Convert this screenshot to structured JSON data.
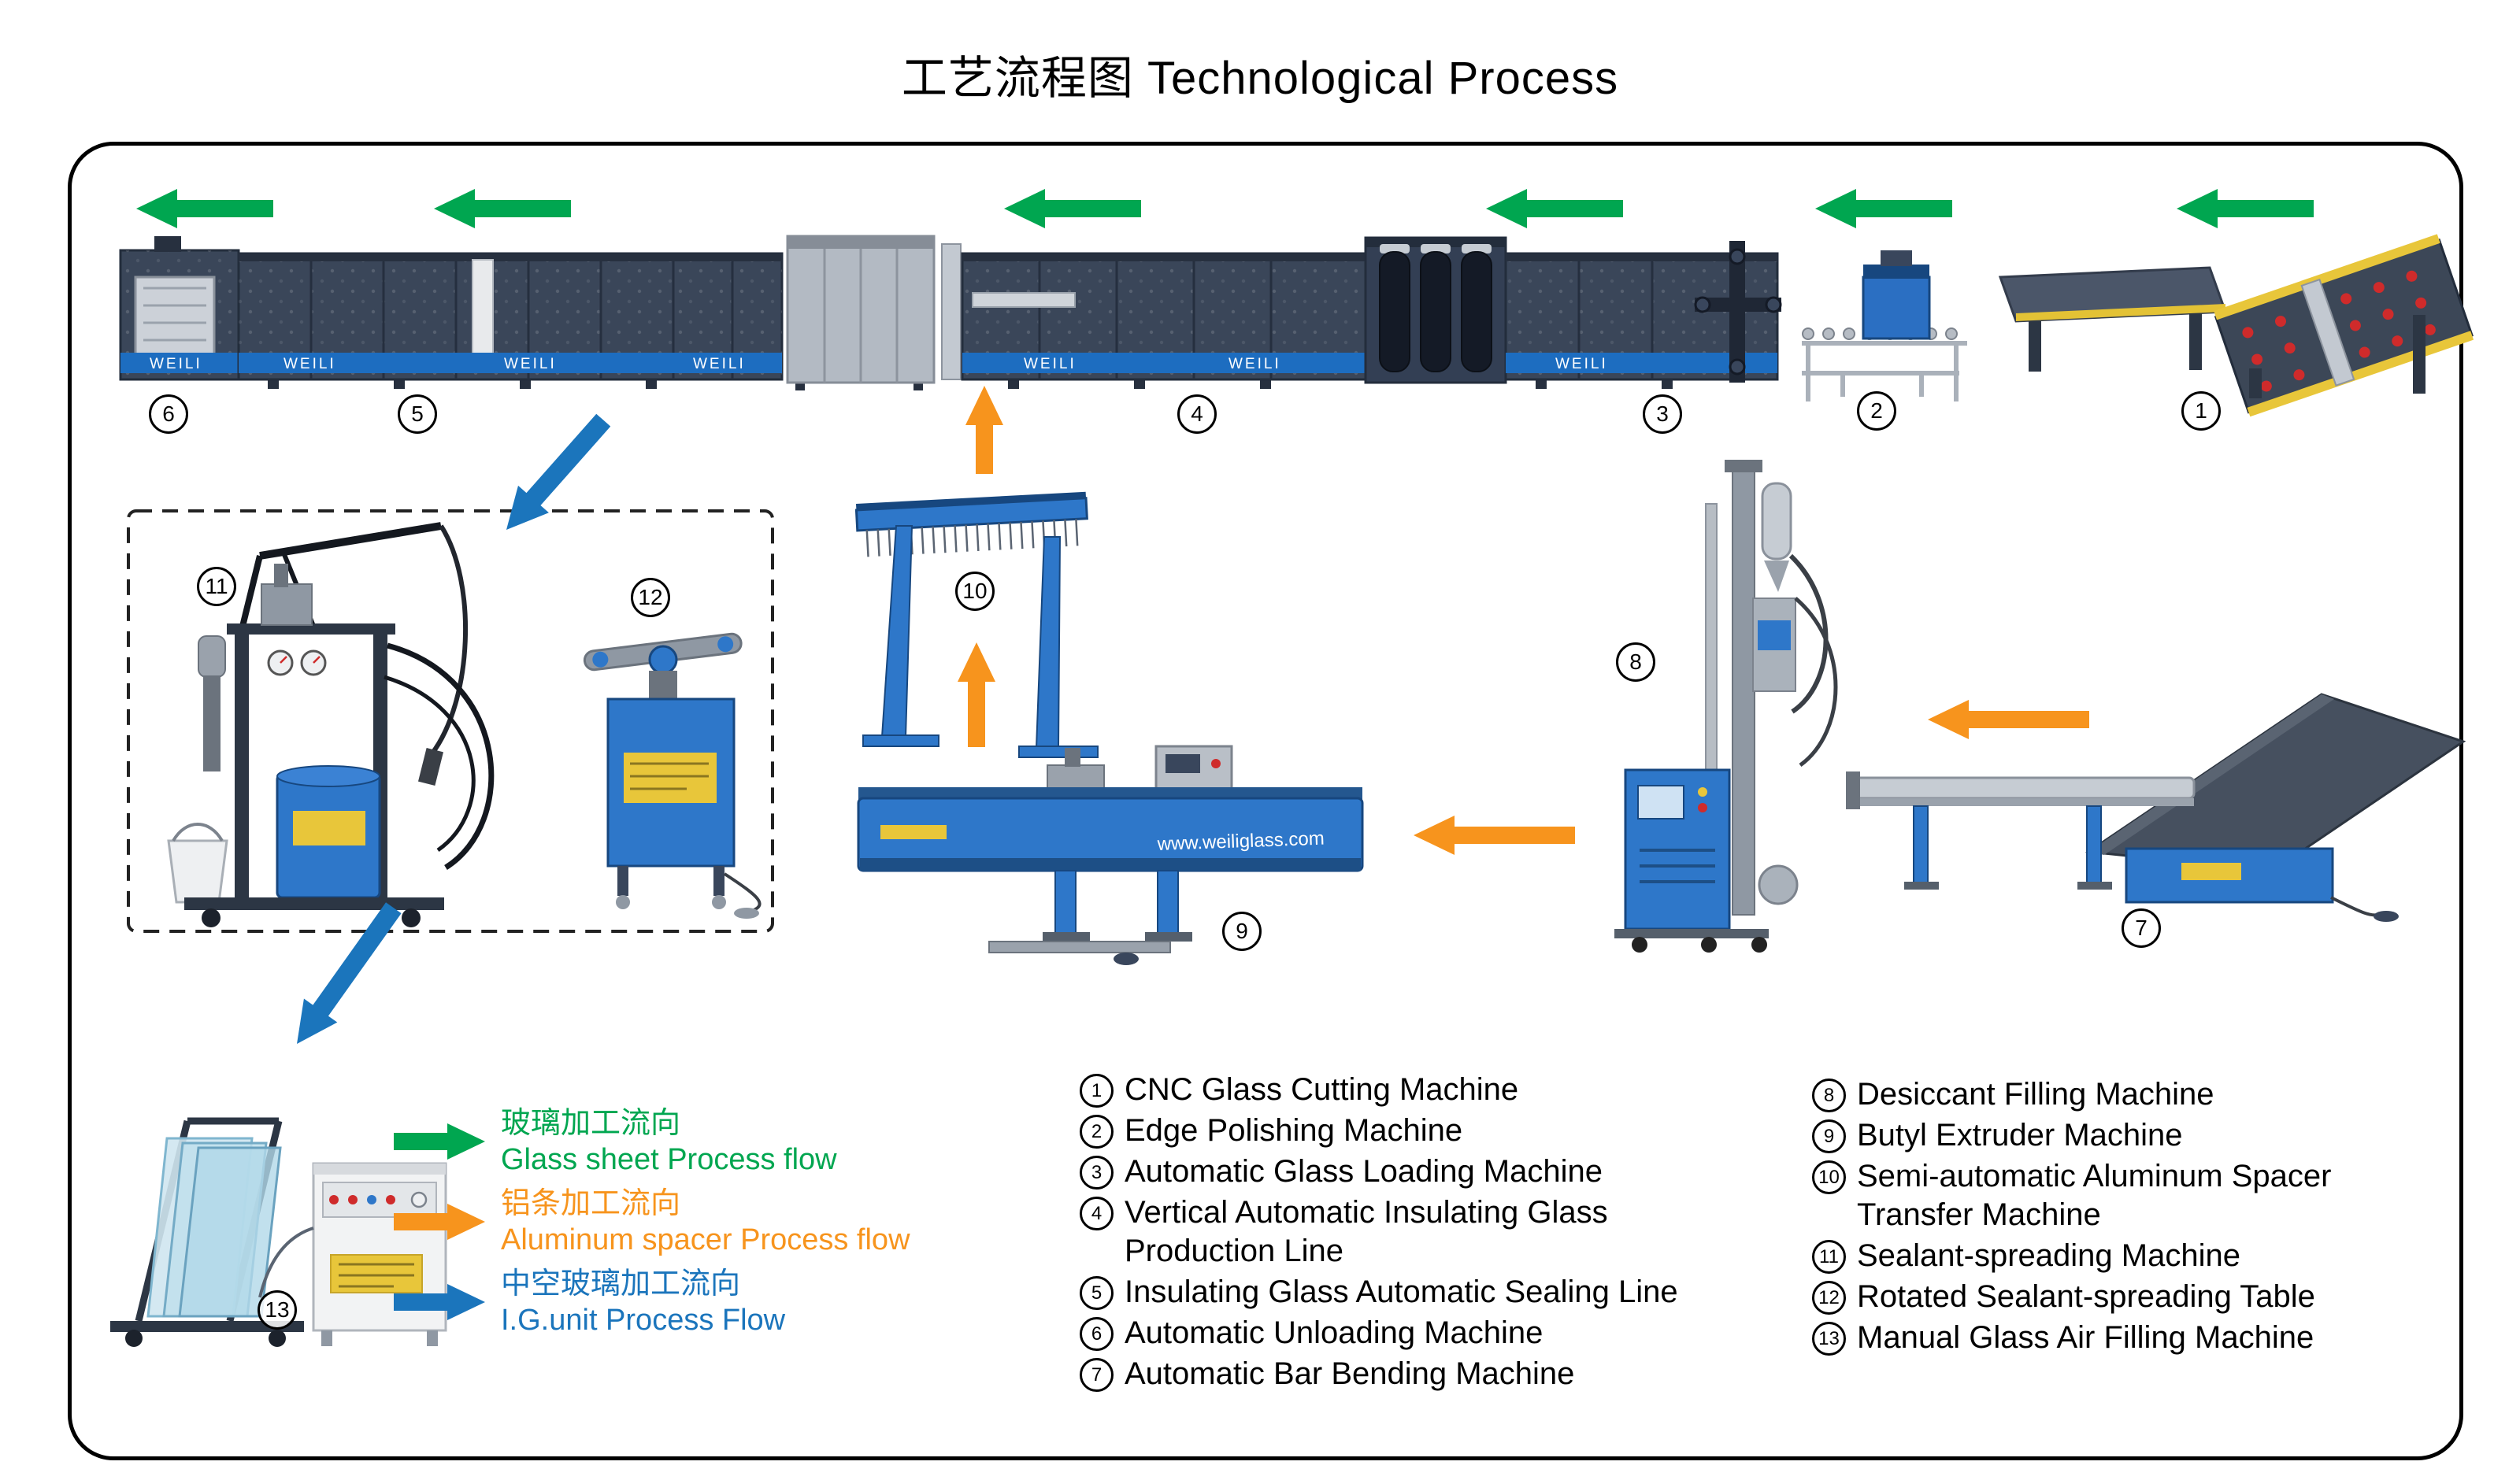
{
  "title": "工艺流程图 Technological Process",
  "brand": "WEILI",
  "extruder_url": "www.weiliglass.com",
  "colors": {
    "glass_flow": "#00A650",
    "spacer_flow": "#F7941D",
    "ig_flow": "#1B75BC",
    "line_panel": "#3A4659",
    "line_band": "#1D6DC0",
    "machine_blue": "#2E77C9",
    "label_yellow": "#E8C63A"
  },
  "markers": {
    "m1": "1",
    "m2": "2",
    "m3": "3",
    "m4": "4",
    "m5": "5",
    "m6": "6",
    "m7": "7",
    "m8": "8",
    "m9": "9",
    "m10": "10",
    "m11": "11",
    "m12": "12",
    "m13": "13"
  },
  "flow_legend": [
    {
      "zh": "玻璃加工流向",
      "en": "Glass sheet Process flow"
    },
    {
      "zh": "铝条加工流向",
      "en": "Aluminum spacer Process flow"
    },
    {
      "zh": "中空玻璃加工流向",
      "en": "I.G.unit  Process Flow"
    }
  ],
  "machine_list": {
    "col1": [
      {
        "num": "1",
        "label": "CNC Glass Cutting Machine"
      },
      {
        "num": "2",
        "label": "Edge Polishing Machine"
      },
      {
        "num": "3",
        "label": "Automatic Glass Loading Machine"
      },
      {
        "num": "4",
        "label": "Vertical Automatic Insulating Glass Production Line"
      },
      {
        "num": "5",
        "label": "Insulating Glass Automatic Sealing Line"
      },
      {
        "num": "6",
        "label": "Automatic Unloading Machine"
      },
      {
        "num": "7",
        "label": "Automatic Bar Bending Machine"
      }
    ],
    "col2": [
      {
        "num": "8",
        "label": "Desiccant Filling Machine"
      },
      {
        "num": "9",
        "label": "Butyl Extruder Machine"
      },
      {
        "num": "10",
        "label": "Semi-automatic Aluminum Spacer Transfer Machine"
      },
      {
        "num": "11",
        "label": "Sealant-spreading Machine"
      },
      {
        "num": "12",
        "label": "Rotated Sealant-spreading Table"
      },
      {
        "num": "13",
        "label": "Manual Glass Air Filling Machine"
      }
    ]
  }
}
